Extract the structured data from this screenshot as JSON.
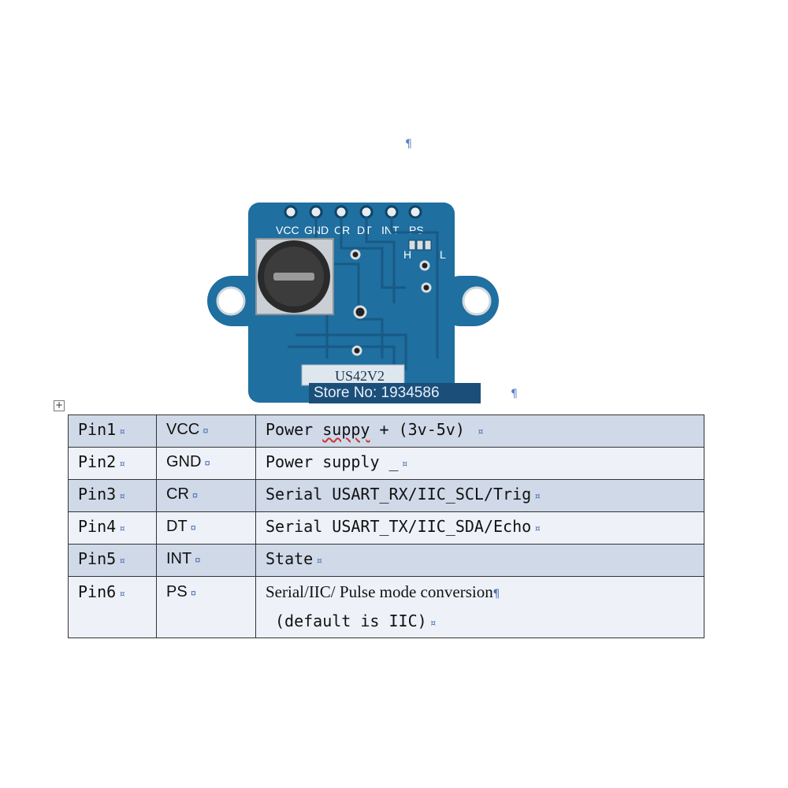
{
  "paragraph_marks": [
    "¶",
    "¶",
    "¶"
  ],
  "board": {
    "pin_labels": [
      "VCC",
      "GND",
      "CR",
      "DT",
      "INT",
      "PS"
    ],
    "jumper_labels": [
      "H",
      "L"
    ],
    "model": "US42V2"
  },
  "watermark": "Store No: 1934586",
  "table_anchor": "+",
  "cell_marker": "¤",
  "pins": [
    {
      "pin": "Pin1",
      "name": "VCC",
      "desc_a": "Power ",
      "desc_squig": "suppy",
      "desc_b": " +  (3v-5v) "
    },
    {
      "pin": "Pin2",
      "name": "GND",
      "desc": "Power supply _"
    },
    {
      "pin": "Pin3",
      "name": "CR",
      "desc": "Serial USART_RX/IIC_SCL/Trig"
    },
    {
      "pin": "Pin4",
      "name": "DT",
      "desc": "Serial USART_TX/IIC_SDA/Echo"
    },
    {
      "pin": "Pin5",
      "name": "INT",
      "desc": "State"
    },
    {
      "pin": "Pin6",
      "name": "PS",
      "desc_line1": "Serial/IIC/ Pulse mode conversion",
      "desc_line2": "(default is IIC)"
    }
  ],
  "colors": {
    "board": "#1f6fa0",
    "row_shade": "#cfd9e8",
    "row_light": "#eef2f8"
  }
}
